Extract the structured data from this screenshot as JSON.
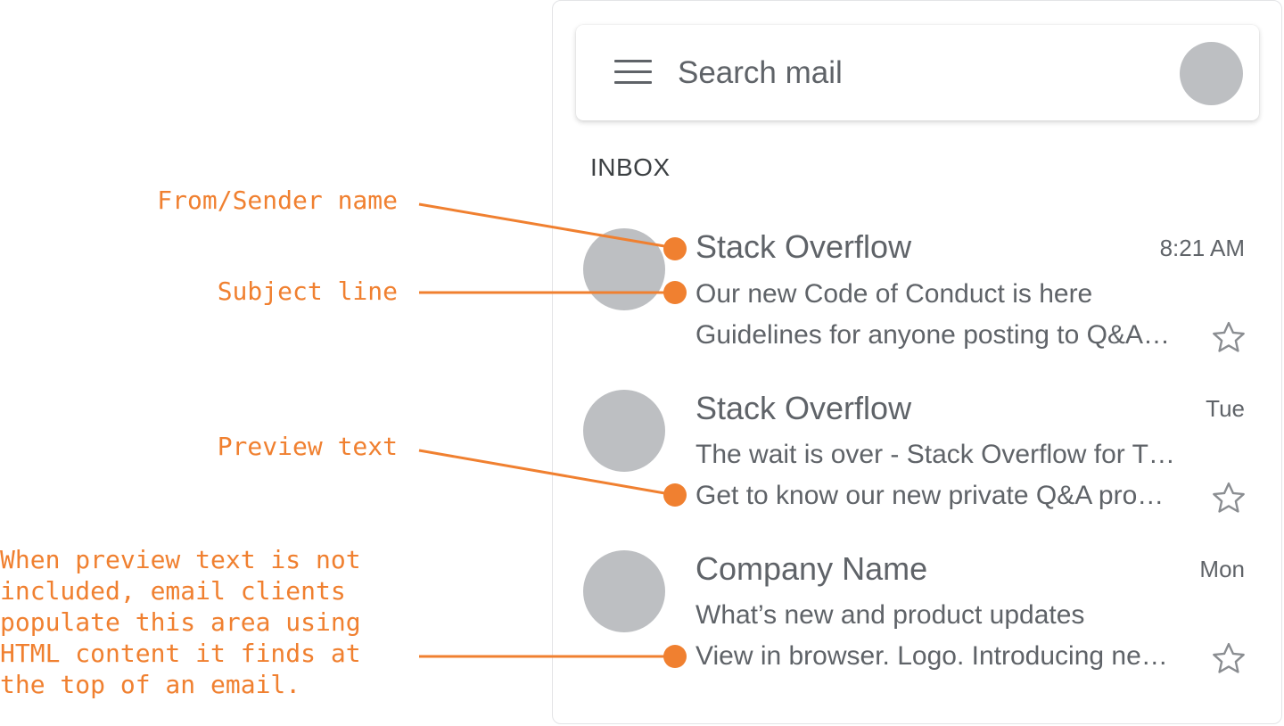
{
  "search": {
    "placeholder": "Search mail"
  },
  "inbox_label": "INBOX",
  "emails": [
    {
      "sender": "Stack Overflow",
      "time": "8:21 AM",
      "subject": "Our new Code of Conduct is here",
      "preview": "Guidelines for anyone posting to Q&A…"
    },
    {
      "sender": "Stack Overflow",
      "time": "Tue",
      "subject": "The wait is over - Stack Overflow for T…",
      "preview": "Get to know our new private Q&A pro…"
    },
    {
      "sender": "Company Name",
      "time": "Mon",
      "subject": "What’s new and product updates",
      "preview": "View in browser. Logo. Introducing ne…"
    }
  ],
  "annotations": {
    "sender": "From/Sender name",
    "subject": "Subject line",
    "preview": "Preview text",
    "note_lines": [
      "When preview text is not",
      "included, email clients",
      "populate this area using",
      "HTML content it finds at",
      "the top of an email."
    ]
  },
  "colors": {
    "accent": "#f08030",
    "avatar": "#bdbfc2",
    "text": "#5f6368"
  },
  "icons": {
    "menu": "hamburger-menu-icon",
    "star": "star-outline-icon"
  }
}
